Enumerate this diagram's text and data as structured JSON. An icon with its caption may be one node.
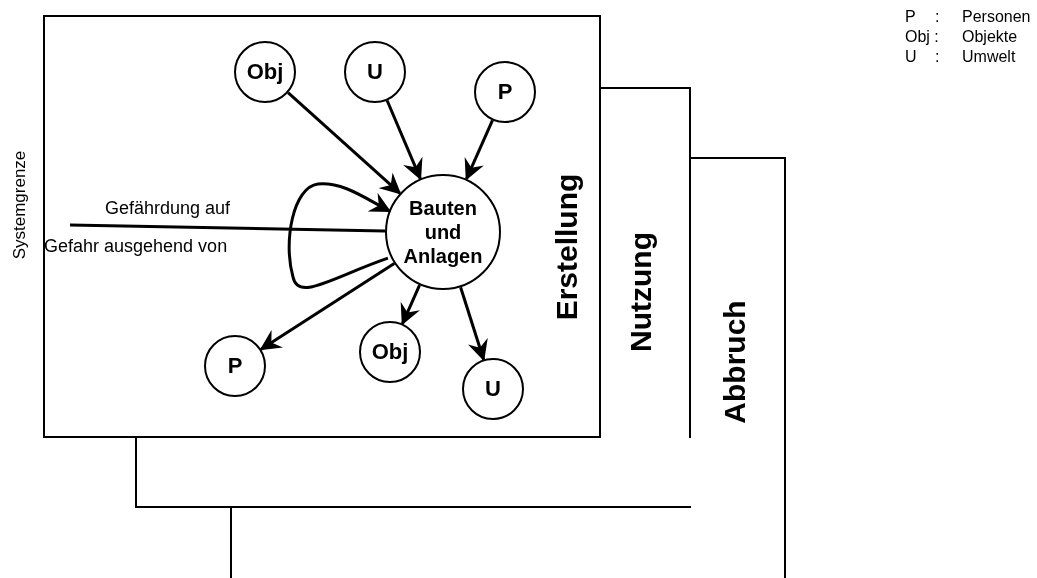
{
  "diagram": {
    "nodes": [
      {
        "text": [
          "Erstellung"
        ]
      },
      {
        "text": [
          "Nutzung"
        ]
      },
      {
        "text": [
          "Abbruch"
        ]
      },
      {
        "text": [
          "Obj"
        ],
        "in": 0
      },
      {
        "text": [
          "U"
        ],
        "in": 0
      },
      {
        "text": [
          "P"
        ],
        "in": 0
      },
      {
        "text": [
          "Bauten und Anlagen"
        ],
        "in": 0
      },
      {
        "text": [
          "P"
        ],
        "in": 0
      },
      {
        "text": [
          "Obj"
        ],
        "in": 0
      },
      {
        "text": [
          "U"
        ],
        "in": 0
      }
    ],
    "edges": [
      {
        "from": 3,
        "to": 6,
        "arrow": "to"
      },
      {
        "from": 4,
        "to": 6,
        "arrow": "to"
      },
      {
        "from": 5,
        "to": 6,
        "arrow": "to"
      },
      {
        "from": 6,
        "to": 6,
        "arrow": "to"
      },
      {
        "from": null,
        "to": 6,
        "arrow": "none"
      },
      {
        "from": 6,
        "to": 7,
        "arrow": "to"
      },
      {
        "from": 6,
        "to": 8,
        "arrow": "to"
      },
      {
        "from": 6,
        "to": 9,
        "arrow": "to"
      }
    ],
    "labels": [
      "Systemgrenze",
      "Gefährdung auf",
      "Gefahr ausgehend von",
      "P",
      ":",
      "Personen",
      "Obj :",
      "Objekte",
      "U",
      ":",
      "Umwelt"
    ]
  }
}
